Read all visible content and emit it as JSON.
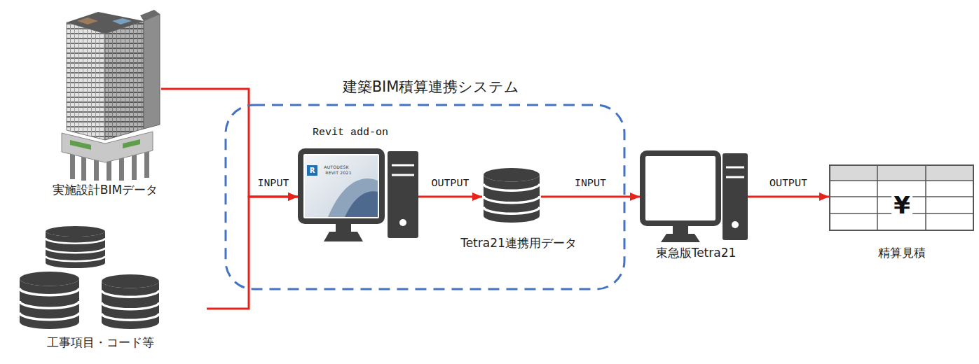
{
  "diagram": {
    "nodes": [
      {
        "text": [
          "建築BIM積算連携システム"
        ]
      },
      {
        "text": [
          "実施設計BIMデータ"
        ]
      },
      {
        "text": [
          "工事項目・コード等"
        ]
      },
      {
        "text": [
          "Revit add-on"
        ],
        "in": 0
      },
      {
        "text": [
          "Tetra21連携用データ"
        ],
        "in": 0
      },
      {
        "text": [
          "東急版Tetra21"
        ]
      },
      {
        "text": [
          "¥",
          "精算見積"
        ]
      }
    ],
    "edges": [
      {
        "from": 1,
        "to": 3,
        "arrow": "to",
        "label": "INPUT"
      },
      {
        "from": 2,
        "to": 3,
        "arrow": "to"
      },
      {
        "from": 3,
        "to": 4,
        "arrow": "to",
        "label": "OUTPUT"
      },
      {
        "from": 4,
        "to": 5,
        "arrow": "to",
        "label": "INPUT"
      },
      {
        "from": 5,
        "to": 6,
        "arrow": "to",
        "label": "OUTPUT"
      }
    ],
    "labels": [
      "R",
      "AUTODESK",
      "REVIT 2021"
    ]
  }
}
